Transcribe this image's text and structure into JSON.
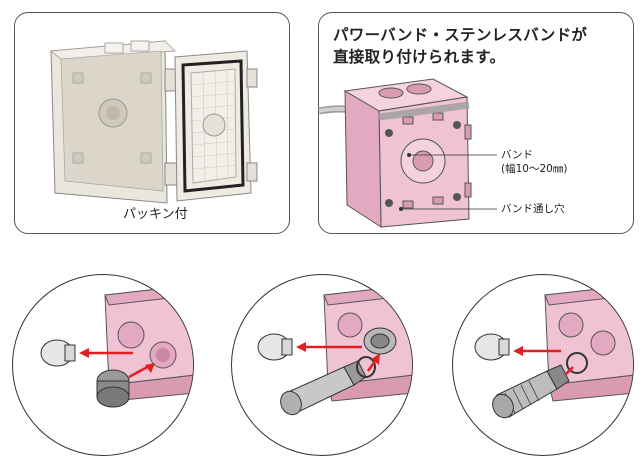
{
  "left_panel": {
    "caption": "パッキン付"
  },
  "right_panel": {
    "title_line1": "パワーバンド・ステンレスバンドが",
    "title_line2": "直接取り付けられます。",
    "callout_band_label": "バンド",
    "callout_band_width": "(幅10〜20㎜)",
    "callout_band_hole": "バンド通し穴"
  },
  "colors": {
    "box_pink": "#efc3d3",
    "box_pink_dark": "#d99ab2",
    "box_beige": "#e9e4da",
    "arrow_red": "#e02020",
    "outline": "#333333"
  }
}
